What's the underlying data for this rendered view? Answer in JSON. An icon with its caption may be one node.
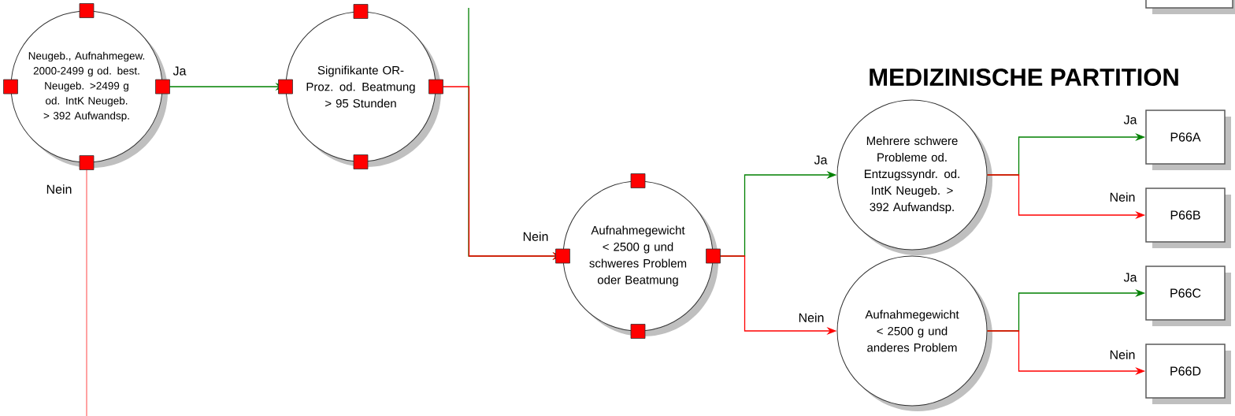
{
  "diagram": {
    "title": "MEDIZINISCHE PARTITION",
    "nodes": [
      {
        "text": [
          "Neugeb., Aufnahmegew. 2000-2499 g od. best. Neugeb. >2499 g od. IntK Neugeb. > 392 Aufwandsp."
        ]
      },
      {
        "text": [
          "Signifikante OR-Proz. od. Beatmung > 95 Stunden"
        ]
      },
      {
        "text": [],
        "shape": "box"
      },
      {
        "text": [
          "Aufnahmegewicht < 2500 g und schweres Problem oder Beatmung"
        ]
      },
      {
        "text": [
          "Mehrere schwere Probleme od. Entzugssyndr. od. IntK Neugeb. > 392 Aufwandsp."
        ]
      },
      {
        "text": [
          "Aufnahmegewicht < 2500 g und anderes Problem"
        ]
      },
      {
        "text": [
          "P66A"
        ]
      },
      {
        "text": [
          "P66B"
        ]
      },
      {
        "text": [
          "P66C"
        ]
      },
      {
        "text": [
          "P66D"
        ]
      }
    ],
    "edges": [
      {
        "from": 0,
        "to": 1,
        "arrow": "to",
        "label": "Ja",
        "color": "#008000"
      },
      {
        "from": 0,
        "to": null,
        "arrow": "none",
        "label": "Nein",
        "color": "#ff7070"
      },
      {
        "from": null,
        "to": 3,
        "arrow": "to",
        "color": "#008000"
      },
      {
        "from": 1,
        "to": 3,
        "arrow": "to",
        "label": "Nein",
        "color": "#ff0000"
      },
      {
        "from": 3,
        "to": 4,
        "arrow": "to",
        "label": "Ja",
        "color": "#008000"
      },
      {
        "from": 3,
        "to": 5,
        "arrow": "to",
        "label": "Nein",
        "color": "#ff0000"
      },
      {
        "from": 4,
        "to": 6,
        "arrow": "to",
        "label": "Ja",
        "color": "#008000"
      },
      {
        "from": 4,
        "to": 7,
        "arrow": "to",
        "label": "Nein",
        "color": "#ff0000"
      },
      {
        "from": 5,
        "to": 8,
        "arrow": "to",
        "label": "Ja",
        "color": "#008000"
      },
      {
        "from": 5,
        "to": 9,
        "arrow": "to",
        "label": "Nein",
        "color": "#ff0000"
      }
    ]
  }
}
